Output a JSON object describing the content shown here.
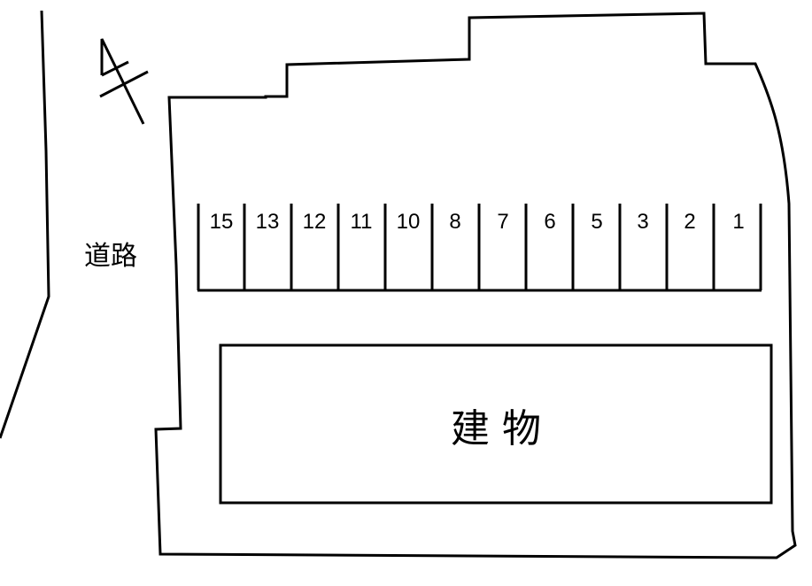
{
  "diagram": {
    "road_label": "道路",
    "building_label": "建 物",
    "north_arrow": "north-arrow-icon",
    "parking_spaces": [
      {
        "label": "15"
      },
      {
        "label": "13"
      },
      {
        "label": "12"
      },
      {
        "label": "11"
      },
      {
        "label": "10"
      },
      {
        "label": "8"
      },
      {
        "label": "7"
      },
      {
        "label": "6"
      },
      {
        "label": "5"
      },
      {
        "label": "3"
      },
      {
        "label": "2"
      },
      {
        "label": "1"
      }
    ],
    "line_color": "#000000",
    "background_color": "#ffffff"
  }
}
